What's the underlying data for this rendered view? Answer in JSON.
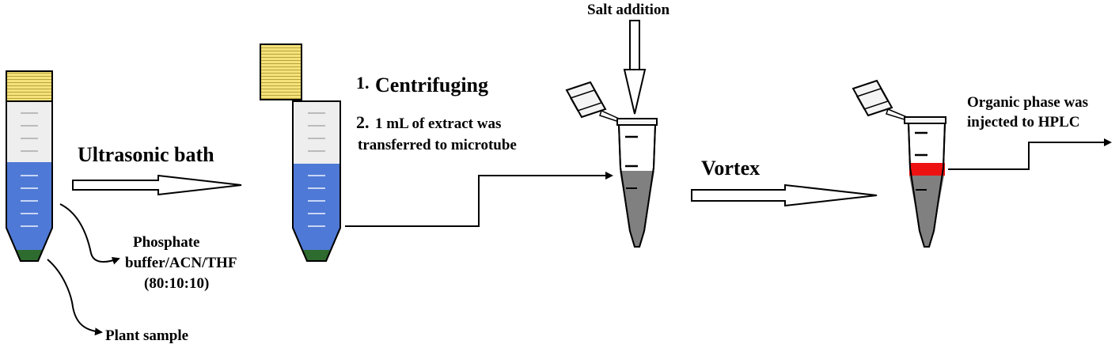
{
  "labels": {
    "ultrasonic": "Ultrasonic bath",
    "step1_num": "1.",
    "step1_text": "Centrifuging",
    "step2_num": "2.",
    "step2_line1": "1 mL of extract was",
    "step2_line2": "transferred to microtube",
    "salt": "Salt addition",
    "vortex": "Vortex",
    "organic_line1": "Organic phase was",
    "organic_line2": "injected to HPLC",
    "buffer_line1": "Phosphate",
    "buffer_line2": "buffer/ACN/THF",
    "buffer_line3": "(80:10:10)",
    "plant": "Plant sample"
  },
  "colors": {
    "cap": "#f5e27a",
    "tube_empty": "#eeeeee",
    "blue_liquid": "#4f79d6",
    "sediment": "#2e6b2e",
    "gray_phase": "#808080",
    "red_phase": "#ee1111"
  }
}
